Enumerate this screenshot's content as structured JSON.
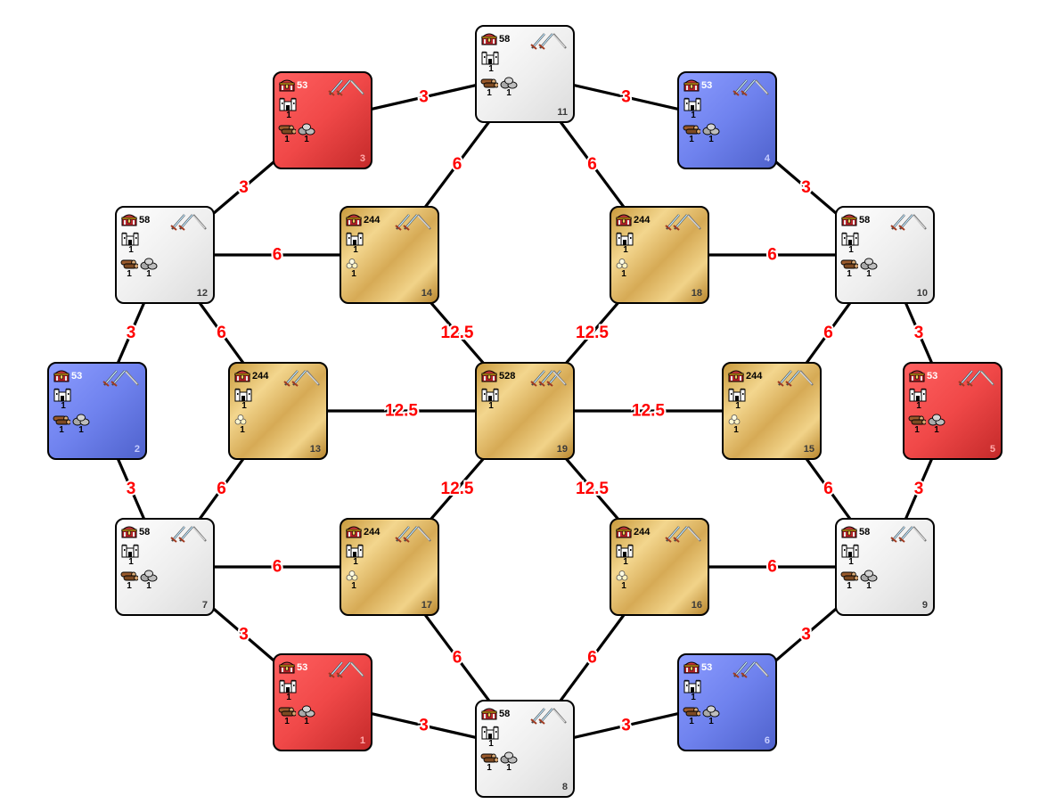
{
  "colors": {
    "line": "#000000",
    "label": "#ff0000",
    "neutral": "#eeeeee",
    "red": "#f04848",
    "blue": "#6f82ee",
    "gold": "#e3bf6c"
  },
  "icons": {
    "troops": "treasure-chest-icon",
    "attack": "crossed-swords-icon",
    "castle": "castle-icon",
    "wood": "logs-icon",
    "stone": "stones-icon",
    "gold": "gold-nuggets-icon"
  },
  "nodes": [
    {
      "id": "1",
      "type": "red",
      "troops": "53",
      "swords": 2,
      "castle": "1",
      "res": [
        "1",
        "1"
      ]
    },
    {
      "id": "2",
      "type": "blue",
      "troops": "53",
      "swords": 2,
      "castle": "1",
      "res": [
        "1",
        "1"
      ]
    },
    {
      "id": "3",
      "type": "red",
      "troops": "53",
      "swords": 2,
      "castle": "1",
      "res": [
        "1",
        "1"
      ]
    },
    {
      "id": "4",
      "type": "blue",
      "troops": "53",
      "swords": 2,
      "castle": "1",
      "res": [
        "1",
        "1"
      ]
    },
    {
      "id": "5",
      "type": "red",
      "troops": "53",
      "swords": 2,
      "castle": "1",
      "res": [
        "1",
        "1"
      ]
    },
    {
      "id": "6",
      "type": "blue",
      "troops": "53",
      "swords": 2,
      "castle": "1",
      "res": [
        "1",
        "1"
      ]
    },
    {
      "id": "7",
      "type": "neutral",
      "troops": "58",
      "swords": 2,
      "castle": "1",
      "res": [
        "1",
        "1"
      ]
    },
    {
      "id": "8",
      "type": "neutral",
      "troops": "58",
      "swords": 2,
      "castle": "1",
      "res": [
        "1",
        "1"
      ]
    },
    {
      "id": "9",
      "type": "neutral",
      "troops": "58",
      "swords": 2,
      "castle": "1",
      "res": [
        "1",
        "1"
      ]
    },
    {
      "id": "10",
      "type": "neutral",
      "troops": "58",
      "swords": 2,
      "castle": "1",
      "res": [
        "1",
        "1"
      ]
    },
    {
      "id": "11",
      "type": "neutral",
      "troops": "58",
      "swords": 2,
      "castle": "1",
      "res": [
        "1",
        "1"
      ]
    },
    {
      "id": "12",
      "type": "neutral",
      "troops": "58",
      "swords": 2,
      "castle": "1",
      "res": [
        "1",
        "1"
      ]
    },
    {
      "id": "13",
      "type": "gold",
      "troops": "244",
      "swords": 2,
      "castle": "1",
      "res": [
        "1"
      ]
    },
    {
      "id": "14",
      "type": "gold",
      "troops": "244",
      "swords": 2,
      "castle": "1",
      "res": [
        "1"
      ]
    },
    {
      "id": "15",
      "type": "gold",
      "troops": "244",
      "swords": 2,
      "castle": "1",
      "res": [
        "1"
      ]
    },
    {
      "id": "16",
      "type": "gold",
      "troops": "244",
      "swords": 2,
      "castle": "1",
      "res": [
        "1"
      ]
    },
    {
      "id": "17",
      "type": "gold",
      "troops": "244",
      "swords": 2,
      "castle": "1",
      "res": [
        "1"
      ]
    },
    {
      "id": "18",
      "type": "gold",
      "troops": "244",
      "swords": 2,
      "castle": "1",
      "res": [
        "1"
      ]
    },
    {
      "id": "19",
      "type": "gold",
      "troops": "528",
      "swords": 3,
      "castle": "1",
      "res": []
    }
  ],
  "edges": [
    {
      "from": "3",
      "to": "11",
      "label": "3"
    },
    {
      "from": "11",
      "to": "4",
      "label": "3"
    },
    {
      "from": "3",
      "to": "12",
      "label": "3"
    },
    {
      "from": "4",
      "to": "10",
      "label": "3"
    },
    {
      "from": "12",
      "to": "2",
      "label": "3"
    },
    {
      "from": "10",
      "to": "5",
      "label": "3"
    },
    {
      "from": "2",
      "to": "7",
      "label": "3"
    },
    {
      "from": "5",
      "to": "9",
      "label": "3"
    },
    {
      "from": "7",
      "to": "1",
      "label": "3"
    },
    {
      "from": "9",
      "to": "6",
      "label": "3"
    },
    {
      "from": "1",
      "to": "8",
      "label": "3"
    },
    {
      "from": "8",
      "to": "6",
      "label": "3"
    },
    {
      "from": "11",
      "to": "14",
      "label": "6"
    },
    {
      "from": "11",
      "to": "18",
      "label": "6"
    },
    {
      "from": "12",
      "to": "14",
      "label": "6"
    },
    {
      "from": "10",
      "to": "18",
      "label": "6"
    },
    {
      "from": "12",
      "to": "13",
      "label": "6"
    },
    {
      "from": "10",
      "to": "15",
      "label": "6"
    },
    {
      "from": "7",
      "to": "13",
      "label": "6"
    },
    {
      "from": "9",
      "to": "15",
      "label": "6"
    },
    {
      "from": "7",
      "to": "17",
      "label": "6"
    },
    {
      "from": "9",
      "to": "16",
      "label": "6"
    },
    {
      "from": "8",
      "to": "17",
      "label": "6"
    },
    {
      "from": "8",
      "to": "16",
      "label": "6"
    },
    {
      "from": "14",
      "to": "19",
      "label": "12.5"
    },
    {
      "from": "18",
      "to": "19",
      "label": "12.5"
    },
    {
      "from": "13",
      "to": "19",
      "label": "12.5"
    },
    {
      "from": "15",
      "to": "19",
      "label": "12.5"
    },
    {
      "from": "17",
      "to": "19",
      "label": "12.5"
    },
    {
      "from": "16",
      "to": "19",
      "label": "12.5"
    }
  ]
}
